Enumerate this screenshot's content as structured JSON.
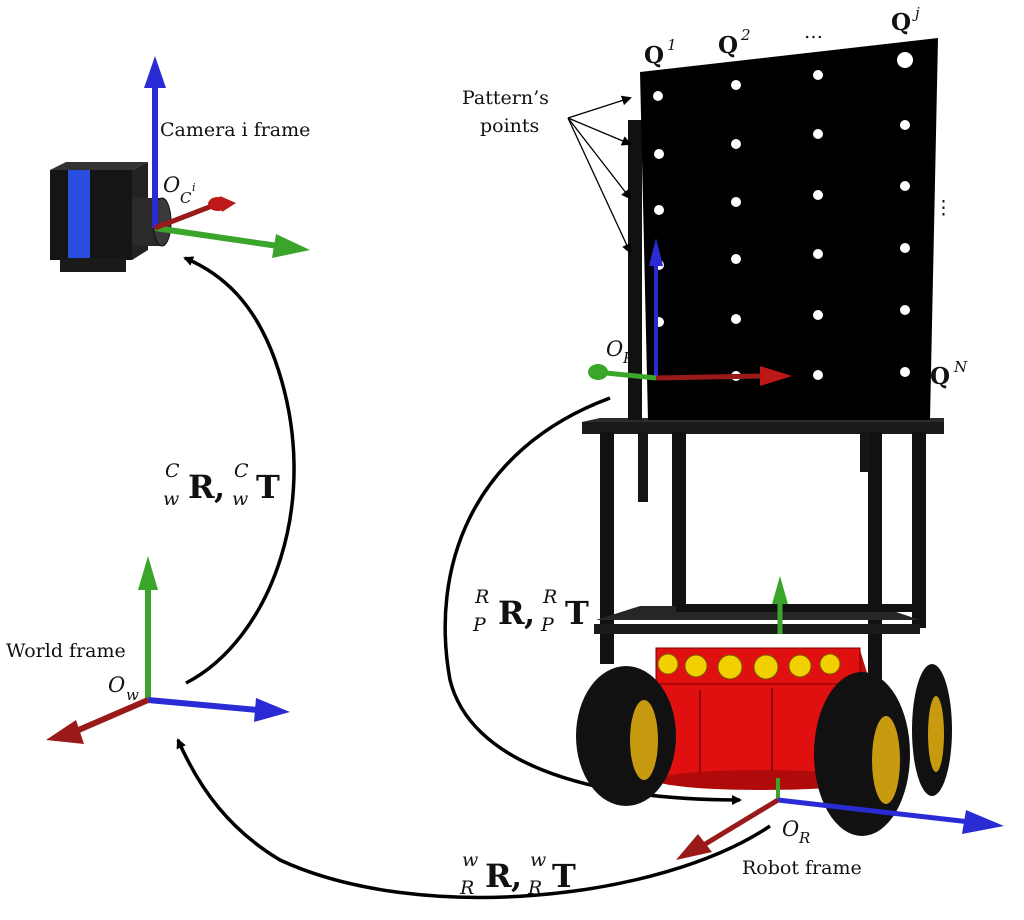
{
  "labels": {
    "camera_frame": "Camera i frame",
    "world_frame": "World frame",
    "robot_frame": "Robot frame",
    "pattern_points": [
      "Pattern’s",
      "points"
    ],
    "pattern_ellipsis_top": "…",
    "pattern_ellipsis_side": "⋮"
  },
  "origins": {
    "camera": {
      "base": "O",
      "sub": "C",
      "sup": "i"
    },
    "world": {
      "base": "O",
      "sub": "w"
    },
    "pattern": {
      "base": "O",
      "sub": "P"
    },
    "robot": {
      "base": "O",
      "sub": "R"
    }
  },
  "pattern_columns": [
    {
      "base": "Q",
      "sup": "1"
    },
    {
      "base": "Q",
      "sup": "2"
    },
    {
      "base": "Q",
      "sup": "j"
    }
  ],
  "pattern_row_label": {
    "base": "Q",
    "sup": "N"
  },
  "transforms": {
    "world_to_camera": {
      "rot": "R",
      "trans": "T",
      "sup": "C",
      "sub": "w"
    },
    "pattern_to_robot": {
      "rot": "R",
      "trans": "T",
      "sup": "R",
      "sub": "P"
    },
    "robot_to_world": {
      "rot": "R",
      "trans": "T",
      "sup": "w",
      "sub": "R"
    }
  },
  "colors": {
    "axis_x": "#2b2bd6",
    "axis_y": "#3aa52a",
    "axis_z": "#9a1a1a",
    "pattern_board": "#000000",
    "robot_body": "#e01010",
    "sonar": "#f2d000",
    "wheel": "#111111",
    "hub": "#c89a10"
  }
}
